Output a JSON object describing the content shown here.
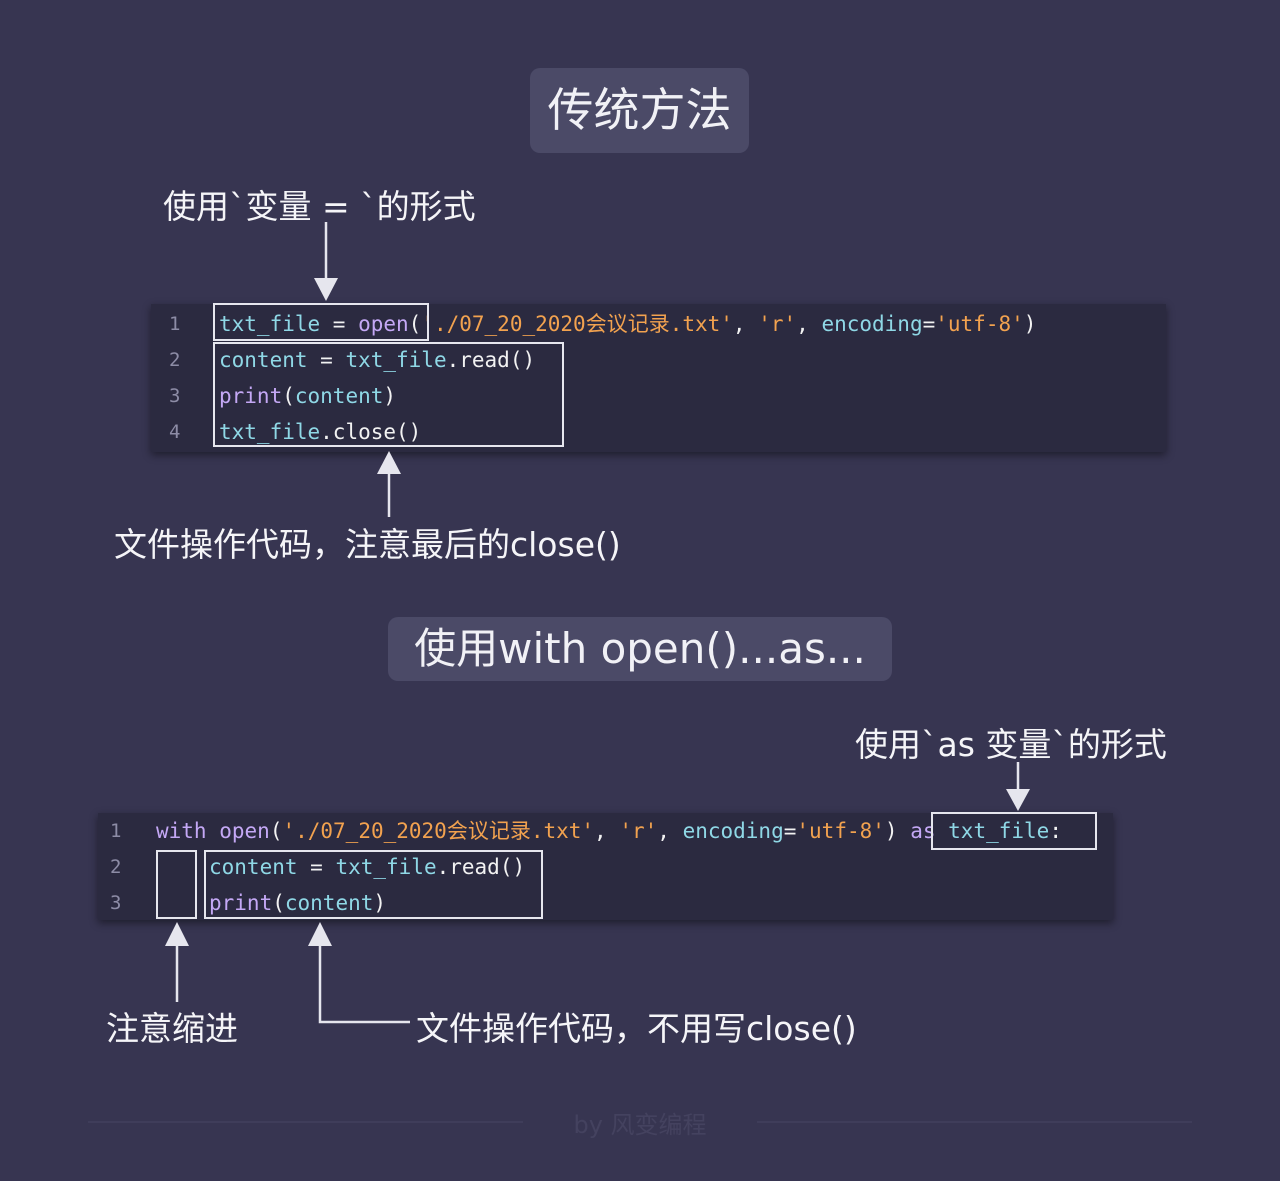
{
  "colors": {
    "background": "#373551",
    "code_bg": "#2b2a40",
    "ident": "#8fd8e6",
    "keyword": "#c4a8f5",
    "string": "#f2a24f",
    "plain": "#f2f2f2",
    "line_number": "#8d8ca6"
  },
  "section1": {
    "title": "传统方法",
    "annotation_top": "使用`变量 = `的形式",
    "annotation_bottom": "文件操作代码，注意最后的close()",
    "code": {
      "line_numbers": [
        "1",
        "2",
        "3",
        "4"
      ],
      "lines": [
        [
          {
            "text": "txt_file",
            "kind": "ident"
          },
          {
            "text": " = ",
            "kind": "plain"
          },
          {
            "text": "open",
            "kind": "keyword"
          },
          {
            "text": "(",
            "kind": "plain"
          },
          {
            "text": "'./07_20_2020会议记录.txt'",
            "kind": "string"
          },
          {
            "text": ", ",
            "kind": "plain"
          },
          {
            "text": "'r'",
            "kind": "string"
          },
          {
            "text": ", ",
            "kind": "plain"
          },
          {
            "text": "encoding",
            "kind": "ident"
          },
          {
            "text": "=",
            "kind": "plain"
          },
          {
            "text": "'utf-8'",
            "kind": "string"
          },
          {
            "text": ")",
            "kind": "plain"
          }
        ],
        [
          {
            "text": "content",
            "kind": "ident"
          },
          {
            "text": " = ",
            "kind": "plain"
          },
          {
            "text": "txt_file",
            "kind": "ident"
          },
          {
            "text": ".read()",
            "kind": "plain"
          }
        ],
        [
          {
            "text": "print",
            "kind": "keyword"
          },
          {
            "text": "(",
            "kind": "plain"
          },
          {
            "text": "content",
            "kind": "ident"
          },
          {
            "text": ")",
            "kind": "plain"
          }
        ],
        [
          {
            "text": "txt_file",
            "kind": "ident"
          },
          {
            "text": ".close()",
            "kind": "plain"
          }
        ]
      ]
    }
  },
  "section2": {
    "title": "使用with open()...as...",
    "annotation_top": "使用`as 变量`的形式",
    "annotation_indent": "注意缩进",
    "annotation_bottom": "文件操作代码，不用写close()",
    "code": {
      "line_numbers": [
        "1",
        "2",
        "3"
      ],
      "lines": [
        [
          {
            "text": "with",
            "kind": "keyword"
          },
          {
            "text": " ",
            "kind": "plain"
          },
          {
            "text": "open",
            "kind": "keyword"
          },
          {
            "text": "(",
            "kind": "plain"
          },
          {
            "text": "'./07_20_2020会议记录.txt'",
            "kind": "string"
          },
          {
            "text": ", ",
            "kind": "plain"
          },
          {
            "text": "'r'",
            "kind": "string"
          },
          {
            "text": ", ",
            "kind": "plain"
          },
          {
            "text": "encoding",
            "kind": "ident"
          },
          {
            "text": "=",
            "kind": "plain"
          },
          {
            "text": "'utf-8'",
            "kind": "string"
          },
          {
            "text": ") ",
            "kind": "plain"
          },
          {
            "text": "as",
            "kind": "keyword"
          },
          {
            "text": " ",
            "kind": "plain"
          },
          {
            "text": "txt_file",
            "kind": "ident"
          },
          {
            "text": ":",
            "kind": "plain"
          }
        ],
        [
          {
            "text": "content",
            "kind": "ident"
          },
          {
            "text": " = ",
            "kind": "plain"
          },
          {
            "text": "txt_file",
            "kind": "ident"
          },
          {
            "text": ".read()",
            "kind": "plain"
          }
        ],
        [
          {
            "text": "print",
            "kind": "keyword"
          },
          {
            "text": "(",
            "kind": "plain"
          },
          {
            "text": "content",
            "kind": "ident"
          },
          {
            "text": ")",
            "kind": "plain"
          }
        ]
      ]
    }
  },
  "footer": {
    "watermark": "by 风变编程"
  }
}
